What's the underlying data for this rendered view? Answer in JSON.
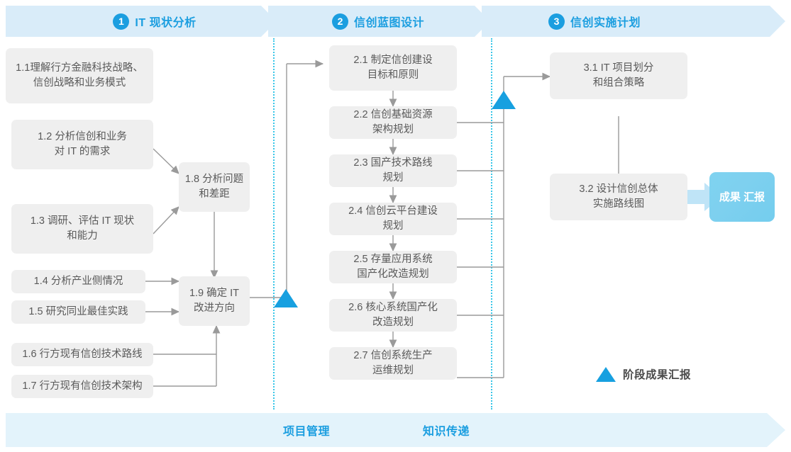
{
  "colors": {
    "phase_band": "#d9ecf9",
    "accent_blue": "#1b9ee0",
    "milestone_blue": "#17a0e0",
    "box_gray": "#efefef",
    "box_text": "#5a5a5a",
    "divider_cyan": "#38c6e8",
    "result_blue": "#7ed0ef",
    "footer_band": "#e3f3fb",
    "connector_gray": "#8d8d8d"
  },
  "phases": [
    {
      "number": "1",
      "title": "IT 现状分析"
    },
    {
      "number": "2",
      "title": "信创蓝图设计"
    },
    {
      "number": "3",
      "title": "信创实施计划"
    }
  ],
  "stage1": {
    "inputs": [
      {
        "id": "1.1",
        "lines": [
          "1.1理解行方金融科技战略、",
          "信创战略和业务模式"
        ]
      },
      {
        "id": "1.2",
        "lines": [
          "1.2 分析信创和业务",
          "对 IT 的需求"
        ]
      },
      {
        "id": "1.3",
        "lines": [
          "1.3 调研、评估 IT 现状",
          "和能力"
        ]
      },
      {
        "id": "1.4",
        "lines": [
          "1.4 分析产业侧情况"
        ]
      },
      {
        "id": "1.5",
        "lines": [
          "1.5 研究同业最佳实践"
        ]
      },
      {
        "id": "1.6",
        "lines": [
          "1.6 行方现有信创技术路线"
        ]
      },
      {
        "id": "1.7",
        "lines": [
          "1.7 行方现有信创技术架构"
        ]
      }
    ],
    "synthesis": [
      {
        "id": "1.8",
        "lines": [
          "1.8 分析问题",
          "和差距"
        ]
      },
      {
        "id": "1.9",
        "lines": [
          "1.9 确定 IT",
          "改进方向"
        ]
      }
    ]
  },
  "stage2": {
    "items": [
      {
        "id": "2.1",
        "lines": [
          "2.1 制定信创建设",
          "目标和原则"
        ]
      },
      {
        "id": "2.2",
        "lines": [
          "2.2 信创基础资源",
          "架构规划"
        ]
      },
      {
        "id": "2.3",
        "lines": [
          "2.3 国产技术路线",
          "规划"
        ]
      },
      {
        "id": "2.4",
        "lines": [
          "2.4 信创云平台建设",
          "规划"
        ]
      },
      {
        "id": "2.5",
        "lines": [
          "2.5 存量应用系统",
          "国产化改造规划"
        ]
      },
      {
        "id": "2.6",
        "lines": [
          "2.6 核心系统国产化",
          "改造规划"
        ]
      },
      {
        "id": "2.7",
        "lines": [
          "2.7 信创系统生产",
          "运维规划"
        ]
      }
    ]
  },
  "stage3": {
    "items": [
      {
        "id": "3.1",
        "lines": [
          "3.1 IT 项目划分",
          "和组合策略"
        ]
      },
      {
        "id": "3.2",
        "lines": [
          "3.2 设计信创总体",
          "实施路线图"
        ]
      }
    ],
    "result": {
      "lines": [
        "成果",
        "汇报"
      ]
    }
  },
  "legend": {
    "label": "阶段成果汇报"
  },
  "footer": {
    "items": [
      "项目管理",
      "知识传递"
    ]
  }
}
